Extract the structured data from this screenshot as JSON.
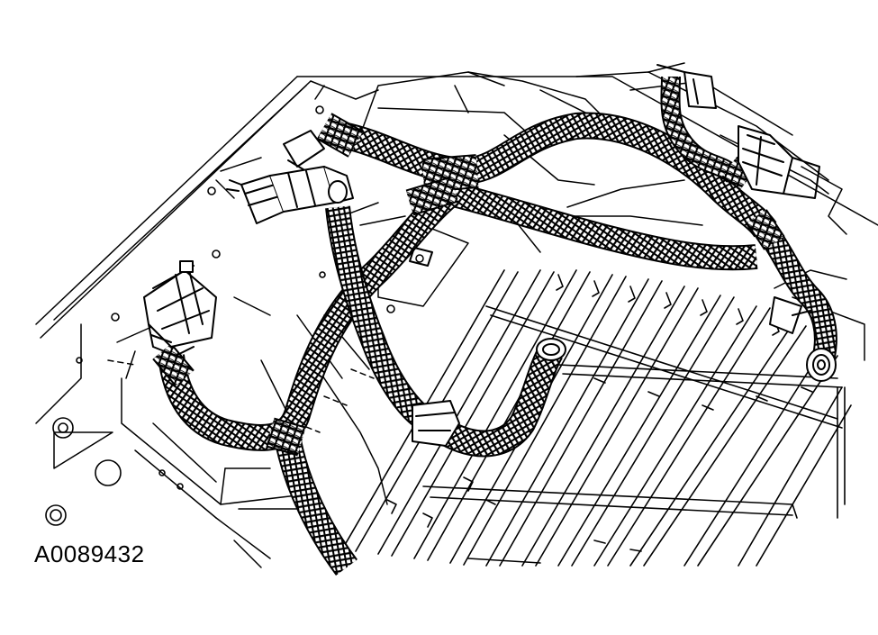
{
  "figure": {
    "identifier": "A0089432"
  },
  "colors": {
    "ink": "#000000",
    "paper": "#ffffff"
  },
  "parts": [
    {
      "name": "floor-panel"
    },
    {
      "name": "main-wiring-harness"
    },
    {
      "name": "corrugated-conduit"
    },
    {
      "name": "upper-connector"
    },
    {
      "name": "left-connector"
    },
    {
      "name": "right-connector"
    },
    {
      "name": "harness-clip"
    },
    {
      "name": "wire-grid-frame"
    },
    {
      "name": "mounting-holes"
    }
  ]
}
